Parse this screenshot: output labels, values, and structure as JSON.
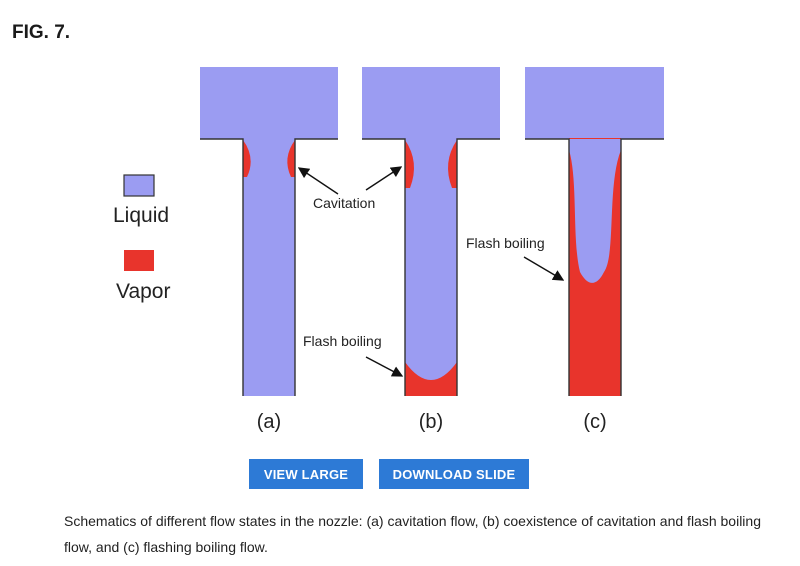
{
  "figure": {
    "label": "FIG. 7.",
    "legend": [
      {
        "label": "Liquid",
        "color": "#9b9cf2"
      },
      {
        "label": "Vapor",
        "color": "#e8342c"
      }
    ],
    "annotations": {
      "cavitation": "Cavitation",
      "flash_boiling_b": "Flash boiling",
      "flash_boiling_c": "Flash boiling"
    },
    "panels": [
      "(a)",
      "(b)",
      "(c)"
    ]
  },
  "actions": {
    "view_large": "VIEW LARGE",
    "download_slide": "DOWNLOAD SLIDE"
  },
  "caption": "Schematics of different flow states in the nozzle: (a) cavitation flow, (b) coexistence of cavitation and flash boiling flow, and (c) flashing boiling flow."
}
